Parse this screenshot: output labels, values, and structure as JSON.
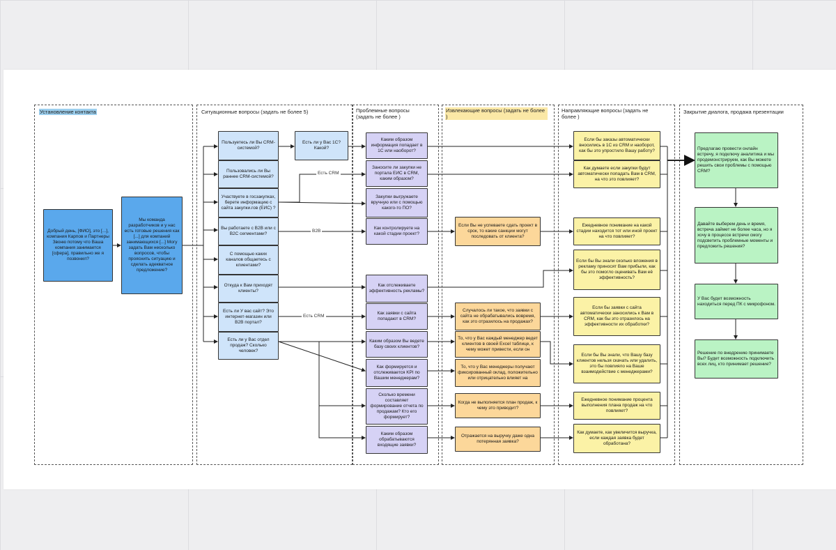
{
  "lanes": [
    {
      "key": "contact",
      "title": "Установление контакта",
      "highlight": "blue"
    },
    {
      "key": "situational",
      "title": "Ситуационные вопросы (задать не более 5)",
      "highlight": ""
    },
    {
      "key": "problem",
      "title": "Проблемные вопросы (задать не более )",
      "highlight": ""
    },
    {
      "key": "extracting",
      "title": "Извлекающие вопросы (задать не более )",
      "highlight": "yellow"
    },
    {
      "key": "directing",
      "title": "Направляющие вопросы (задать не более )",
      "highlight": ""
    },
    {
      "key": "closing",
      "title": "Закрытие диалога, продажа презентации",
      "highlight": ""
    }
  ],
  "nodes": {
    "greeting": "Добрый день, [ФИО], это [...], компания Карпов и Партнеры Звоню потому что Ваша компания занимается [сфера], правильно же я позвонил?",
    "intro": "Мы команда разработчиков и у нас есть готовые решения как [...] для компаний занимающихся [...] Могу задать Вам несколько вопросов, чтобы прояснить ситуацию и сделать адекватное предложение?",
    "s1": "Пользуетесь ли Вы CRM-системой?",
    "s1b": "Есть ли у Вас 1С? Какой?",
    "s2": "Пользовались ли Вы раннее CRM-системой?",
    "s3": "Участвуете в госзакупках, берете информацию с сайта закупки.гов (ЕИС) ?",
    "s4": "Вы работаете с B2B или с B2C сегментами?",
    "s5": "С помощью каких каналов общаетесь с клиентами?",
    "s6": "Откуда к Вам приходят клиенты?",
    "s7": "Есть ли У вас сайт? Это интернет-магазин или B2B портал?",
    "s8": "Есть ли у Вас отдел продаж? Сколько человек?",
    "p1": "Каким образом информация попадает в 1С или наоборот?",
    "p2": "Заносите ли закупки не портала ЕИС в CRM, каким образом?",
    "p3": "Закупки выгружаете вручную или с помощью какого-то ПО?",
    "p4": "Как контролируете на какой стадии проект?",
    "p5": "Как отслеживаете эффективность рекламы?",
    "p6": "Как заявки с сайта попадают в CRM?",
    "p7": "Каким образом Вы ведете базу своих клиентов?",
    "p8": "Как формируется и отслеживается KPI по Вашим менеджерам?",
    "p9": "Сколько времени составляет формирование отчета по продажам? Кто его формирует?",
    "p10": "Каким образом обрабатываются входящие заявки?",
    "e1": "Если Вы не успеваете сдать проект в срок, то какие санкции могут последовать от клиента?",
    "e2": "Случалось ли такое, что заявки с сайта не обрабатывались вовремя, как это отразилось на продажах?",
    "e3": "То, что у Вас каждый менеджер ведет клиентов в своей Excel таблице, к чему может привести, если он",
    "e4": "То, что у Вас менеджеры получают фиксированный оклад, положительно или отрицательно влияет на",
    "e5": "Когда не выполняется план продаж, к чему это приводит?",
    "e6": "Отражается на выручку даже одна потерянная заявка?",
    "d1": "Если бы заказы автоматически вносились в 1С из CRM и наоборот, как бы это упростило Вашу работу?",
    "d2": "Как думаете если закупки будут автоматически попадать Вам в CRM, на что это повлияет?",
    "d3": "Ежедневное понимание на какой стадии находится тот или иной проект на что повлияет?",
    "d4": "Если бы Вы знали сколько вложения в рекламу приносят Вам прибыли, как бы это помогло оценивать Вам её эффективность?",
    "d5": "Если бы заявки с сайта автоматически заносились к Вам в CRM, как бы это отразилось на эффективности их обработки?",
    "d6": "Если бы Вы знали, что Вашу базу клиентов нельзя скачать или удалить, это бы повлияло на Ваше взаимодействие с менеджерами?",
    "d7": "Ежедневное понимание процента выполнения плана продаж на что повлияет?",
    "d8": "Как думаете, как увеличится выручка, если каждая заявка будет обработана?",
    "c1": "Предлагаю провести онлайн встречу, я подключу аналитика и мы продемонстрируем, как Вы можете решить свои проблемы с помощью CRM?",
    "c2": "Давайте выберем день и время, встреча займет не более часа, но я хочу в процессе встречи смогу подсветить проблемные моменты и предложить решения?",
    "c3": "У Вас будет возможность находиться перед ПК с микрофоном.",
    "c4": "Решение по внедрению принимаете Вы? Будет возможность подключить всех лиц, кто принимает решение?"
  },
  "edge_labels": {
    "crm1": "Есть CRM",
    "b2b": "B2B",
    "crm2": "Есть CRM"
  },
  "colors": {
    "blue_dark": "#5aa8ec",
    "blue_light": "#cfe4fa",
    "lavender": "#d6d2f5",
    "orange": "#fcd79a",
    "yellow": "#fbf2a6",
    "green": "#baf3c4"
  }
}
